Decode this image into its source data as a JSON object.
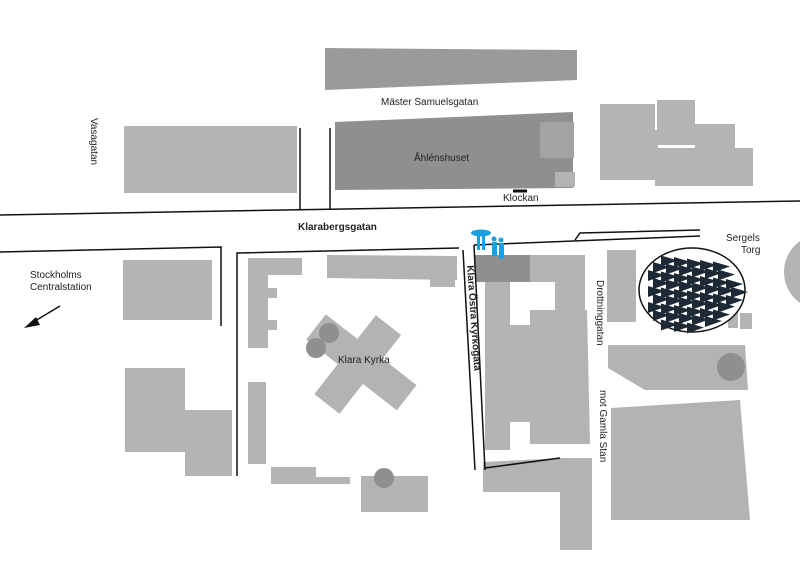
{
  "labels": {
    "vasagatan": "Vasagatan",
    "master_samuelsgatan": "Mäster Samuelsgatan",
    "ahlenshuset": "Åhlénshuset",
    "klockan": "Klockan",
    "klarabergsgatan": "Klarabergsgatan",
    "sergels_torg_1": "Sergels",
    "sergels_torg_2": "Torg",
    "stockholms_1": "Stockholms",
    "stockholms_2": "Centralstation",
    "klara_kyrka": "Klara Kyrka",
    "klara_ostra": "Klara Östra Kyrkogata",
    "drottninggatan": "Drottninggatan",
    "mot_gamla_stan": "mot Gamla Stan"
  },
  "colors": {
    "building": "#b3b3b3",
    "building_dark": "#8f8f8f",
    "marker": "#1a9fe0",
    "street": "#111111"
  }
}
